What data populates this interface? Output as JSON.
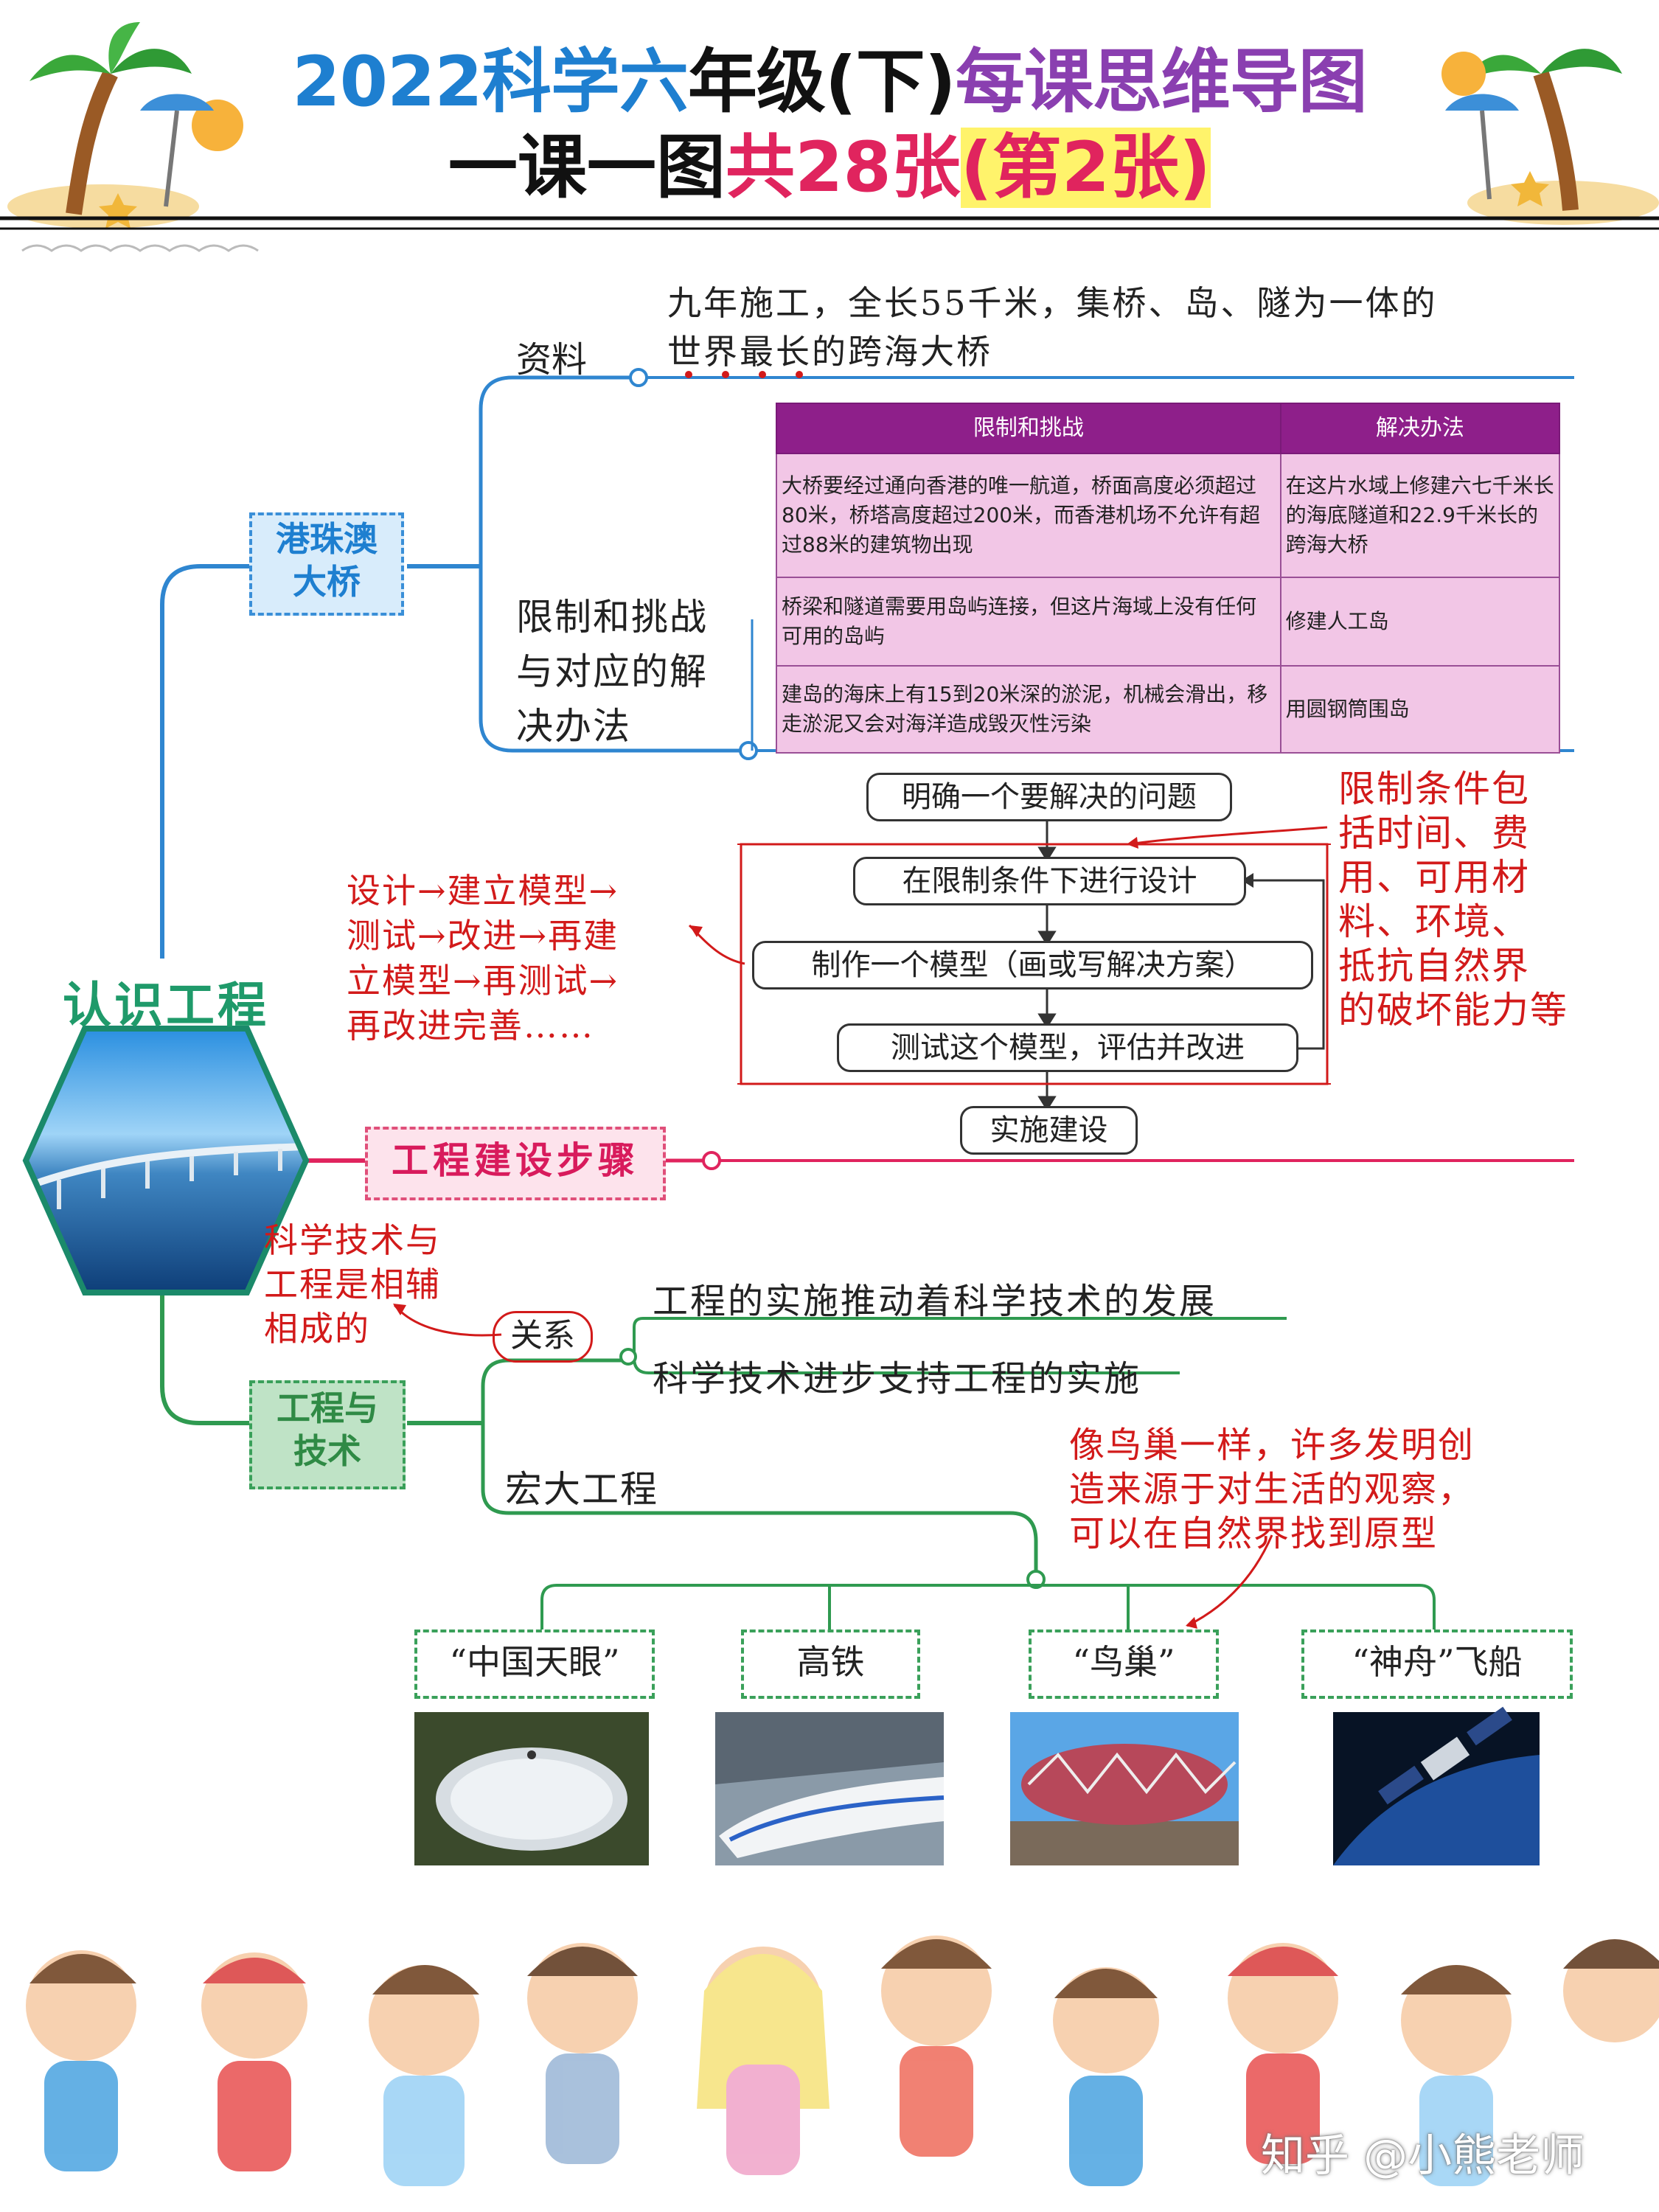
{
  "title": {
    "line1_part1": "2022科学六",
    "line1_part2": "年级(下)",
    "line1_part3": "每课思维导图",
    "line2_part1": "一课一图",
    "line2_part2": "共28张",
    "line2_part3": "(第2张)"
  },
  "center": {
    "label": "认识工程"
  },
  "branches": {
    "bridge": {
      "label": "港珠澳\n大桥",
      "info_label": "资料",
      "info_text_line1": "九年施工，全长55千米，集桥、岛、隧为一体的",
      "info_text_line2": "世界最长的跨海大桥",
      "limits_label": "限制和挑战\n与对应的解\n决办法",
      "table": {
        "headers": [
          "限制和挑战",
          "解决办法"
        ],
        "rows": [
          {
            "challenge": "大桥要经过通向香港的唯一航道，桥面高度必须超过80米，桥塔高度超过200米，而香港机场不允许有超过88米的建筑物出现",
            "solution": "在这片水域上修建六七千米长的海底隧道和22.9千米长的跨海大桥"
          },
          {
            "challenge": "桥梁和隧道需要用岛屿连接，但这片海域上没有任何可用的岛屿",
            "solution": "修建人工岛"
          },
          {
            "challenge": "建岛的海床上有15到20米深的淤泥，机械会滑出，移走淤泥又会对海洋造成毁灭性污染",
            "solution": "用圆钢筒围岛"
          }
        ]
      }
    },
    "steps": {
      "label": "工程建设步骤",
      "flow": [
        "明确一个要解决的问题",
        "在限制条件下进行设计",
        "制作一个模型（画或写解决方案）",
        "测试这个模型，评估并改进",
        "实施建设"
      ],
      "note_left": "设计→建立模型→\n测试→改进→再建\n立模型→再测试→\n再改进完善……",
      "note_right": "限制条件包\n括时间、费\n用、可用材\n料、环境、\n抵抗自然界\n的破坏能力等"
    },
    "tech": {
      "label": "工程与\n技术",
      "relation_label": "关系",
      "relation_items": [
        "工程的实施推动着科学技术的发展",
        "科学技术进步支持工程的实施"
      ],
      "relation_note": "科学技术与\n工程是相辅\n相成的",
      "big_label": "宏大工程",
      "big_note": "像鸟巢一样，许多发明创\n造来源于对生活的观察，\n可以在自然界找到原型",
      "projects": [
        "“中国天眼”",
        "高铁",
        "“鸟巢”",
        "“神舟”飞船"
      ]
    }
  },
  "watermark": "知乎 @小熊老师",
  "colors": {
    "blue": "#1e7fd0",
    "pink": "#e0245e",
    "green": "#2f8a45",
    "purple": "#8e1f8a",
    "red": "#d21a1a"
  }
}
